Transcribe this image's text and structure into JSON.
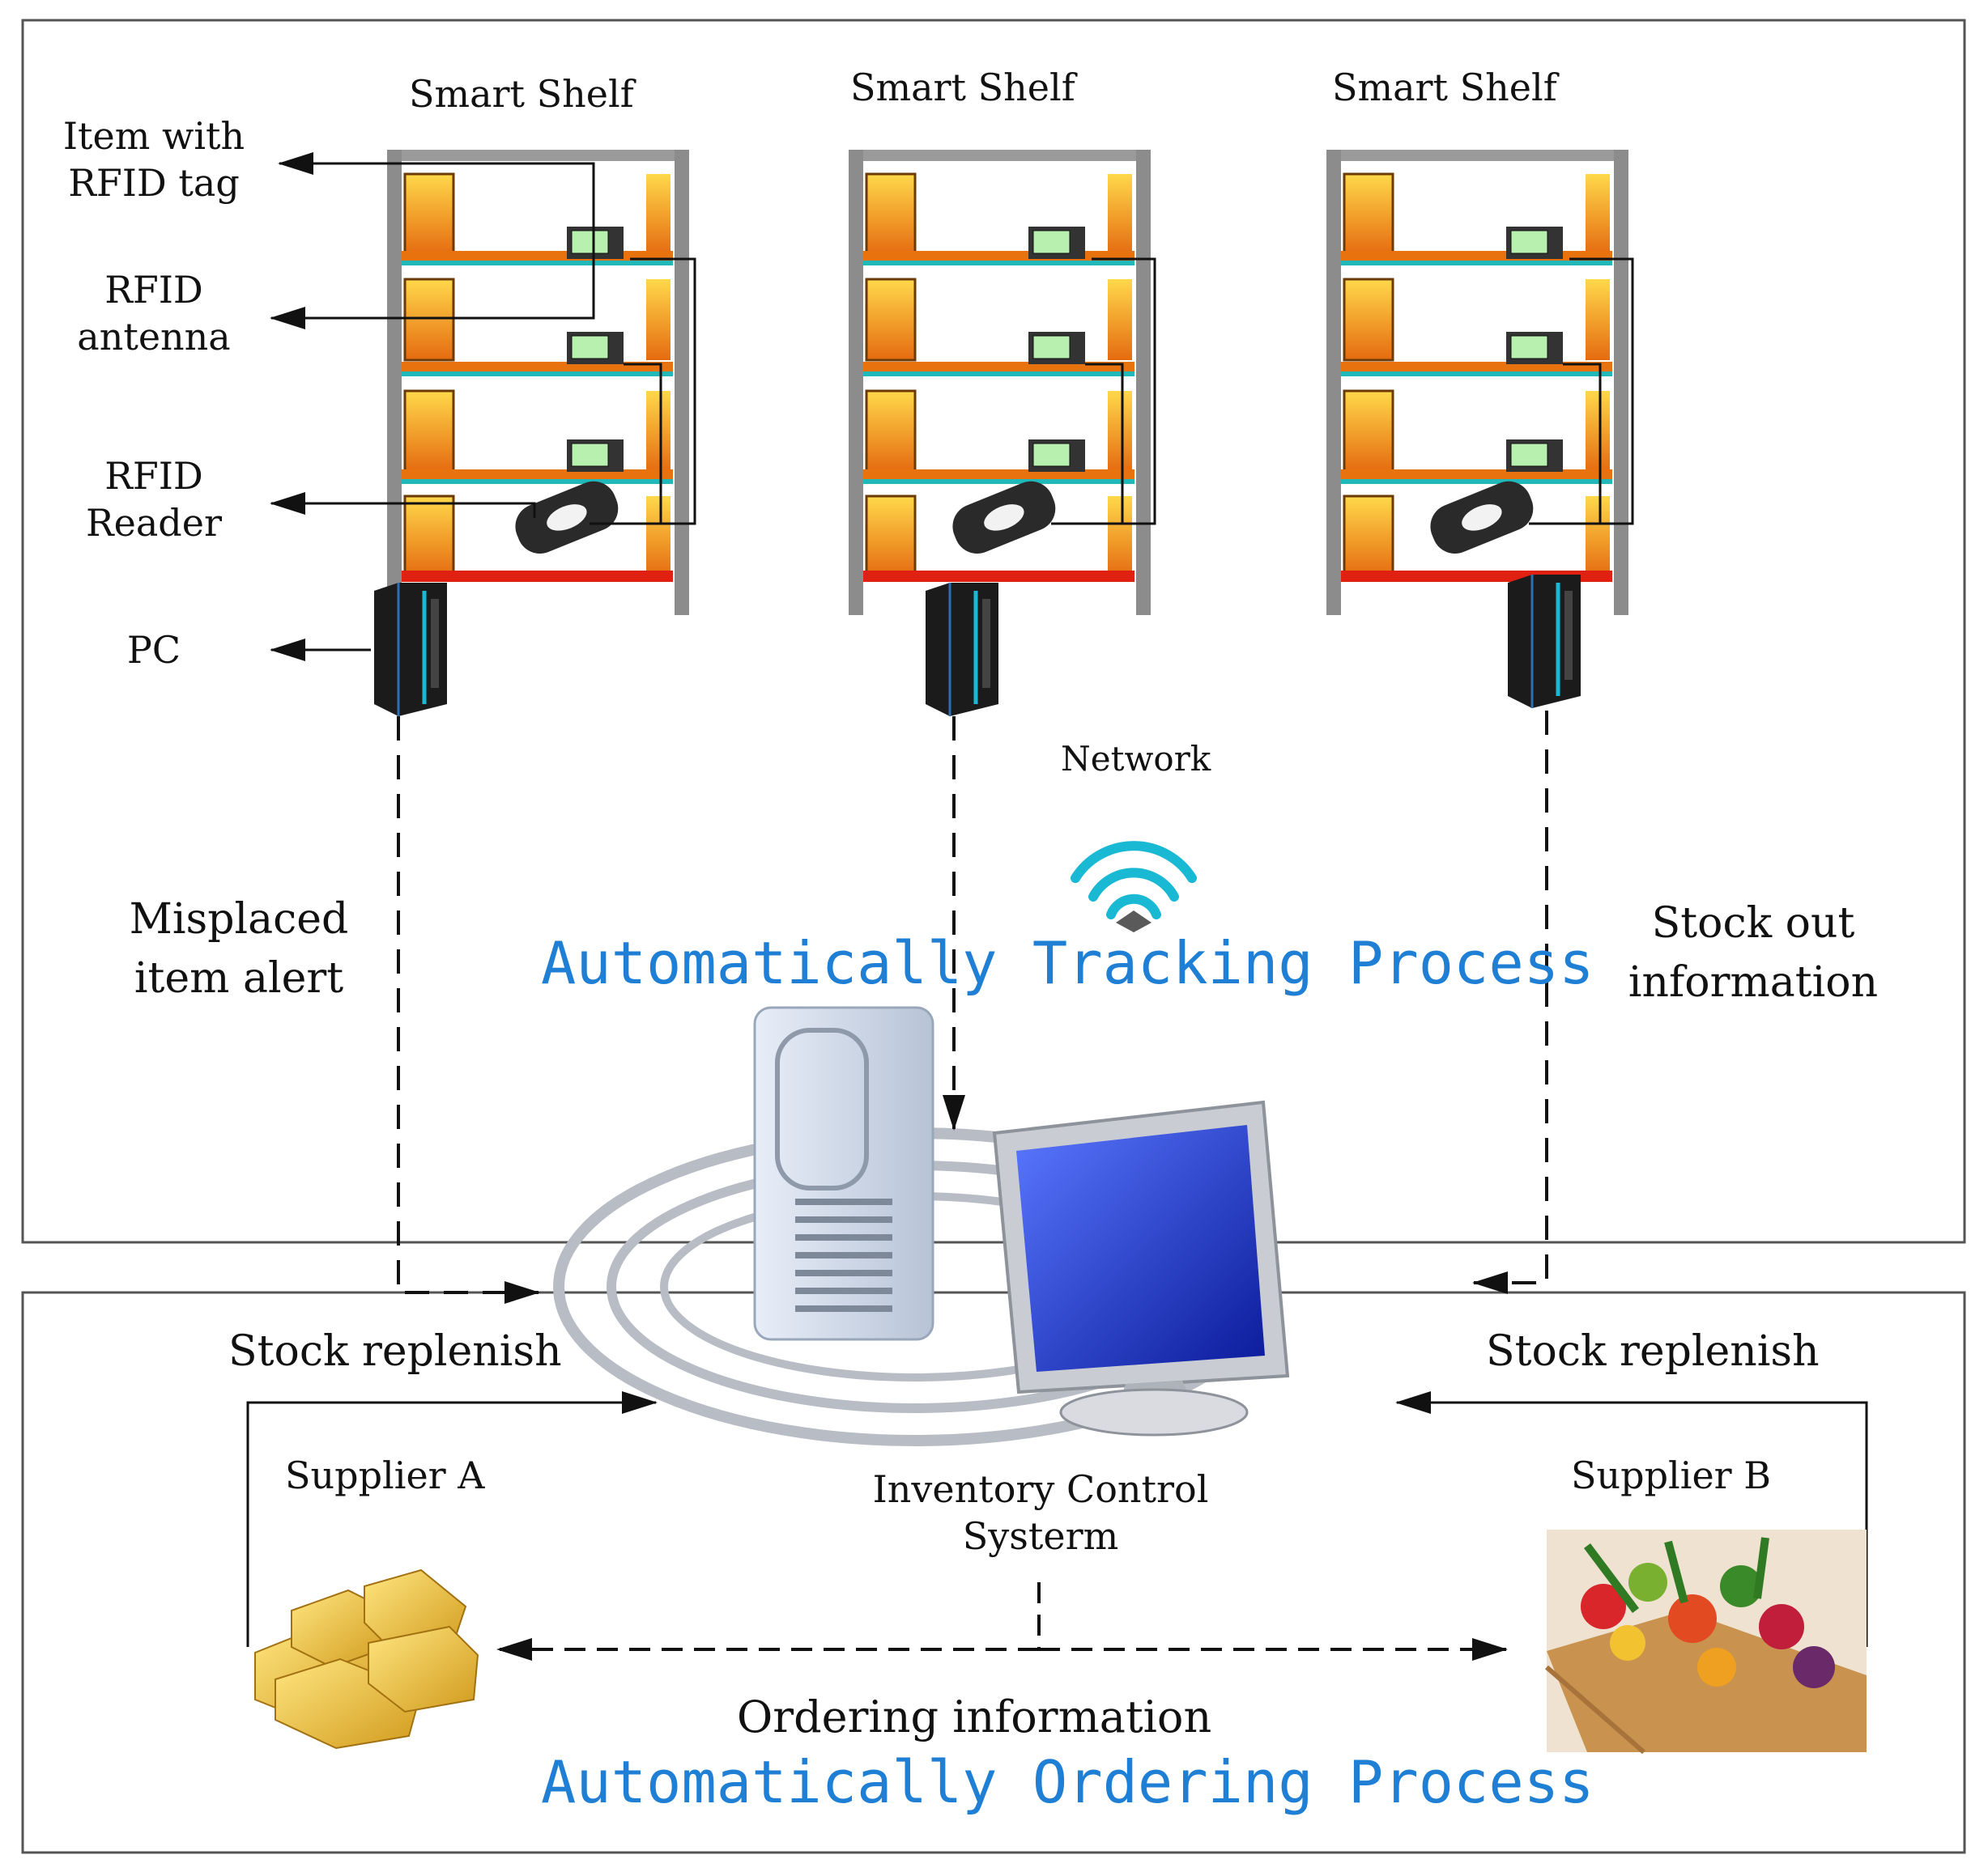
{
  "colors": {
    "accent_blue": "#1f7fd4",
    "shelf_frame": "#8c8c8c",
    "shelf_board": "#f0a020",
    "shelf_strip": "#20b8b8",
    "monitor_screen": "#1a35d8",
    "wifi": "#19b9d4",
    "line": "#111111"
  },
  "tracking": {
    "title": "Automatically Tracking Process",
    "shelves": [
      {
        "label": "Smart Shelf"
      },
      {
        "label": "Smart Shelf"
      },
      {
        "label": "Smart Shelf"
      }
    ],
    "components": {
      "item_tag": "Item with\nRFID tag",
      "antenna": "RFID\nantenna",
      "reader": "RFID\nReader",
      "pc": "PC"
    },
    "network": "Network",
    "misplaced_alert": "Misplaced\nitem alert",
    "stock_out": "Stock out\ninformation"
  },
  "ordering": {
    "title": "Automatically Ordering Process",
    "stock_replenish_left": "Stock replenish",
    "stock_replenish_right": "Stock replenish",
    "supplier_a": "Supplier A",
    "supplier_b": "Supplier B",
    "system": "Inventory Control\nSysterm",
    "ordering_info": "Ordering information"
  }
}
